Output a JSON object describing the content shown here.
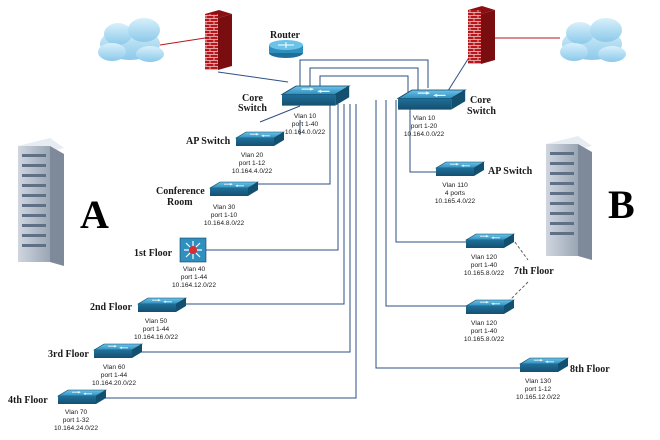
{
  "site_a": {
    "letter": "A"
  },
  "site_b": {
    "letter": "B"
  },
  "router": {
    "label": "Router"
  },
  "core_a": {
    "label1": "Core",
    "label2": "Switch",
    "info": [
      "Vlan 10",
      "port 1-40",
      "10.164.0.0/22"
    ]
  },
  "core_b": {
    "label1": "Core",
    "label2": "Switch",
    "info": [
      "Vlan 10",
      "port 1-20",
      "10.164.0.0/22"
    ]
  },
  "ap_a": {
    "label": "AP Switch",
    "info": [
      "Vlan 20",
      "port 1-12",
      "10.164.4.0/22"
    ]
  },
  "conf": {
    "label1": "Conference",
    "label2": "Room",
    "info": [
      "Vlan 30",
      "port 1-10",
      "10.164.8.0/22"
    ]
  },
  "floor1": {
    "label": "1st Floor",
    "info": [
      "Vlan 40",
      "port 1-44",
      "10.164.12.0/22"
    ]
  },
  "floor2": {
    "label": "2nd Floor",
    "info": [
      "Vlan 50",
      "port 1-44",
      "10.164.16.0/22"
    ]
  },
  "floor3": {
    "label": "3rd Floor",
    "info": [
      "Vlan 60",
      "port 1-44",
      "10.164.20.0/22"
    ]
  },
  "floor4": {
    "label": "4th Floor",
    "info": [
      "Vlan 70",
      "port 1-32",
      "10.164.24.0/22"
    ]
  },
  "ap_b": {
    "label": "AP Switch",
    "info": [
      "Vlan 110",
      "4 ports",
      "10.165.4.0/22"
    ]
  },
  "floor7": {
    "label": "7th Floor",
    "sw1": [
      "Vlan 120",
      "port 1-40",
      "10.165.8.0/22"
    ],
    "sw2": [
      "Vlan 120",
      "port 1-40",
      "10.165.8.0/22"
    ]
  },
  "floor8": {
    "label": "8th Floor",
    "info": [
      "Vlan 130",
      "port 1-12",
      "10.165.12.0/22"
    ]
  },
  "colors": {
    "firewall": "#b8161b",
    "link": "#2e4f86",
    "switch": "#2f8fbf",
    "cloud": "#9fd3ee"
  }
}
